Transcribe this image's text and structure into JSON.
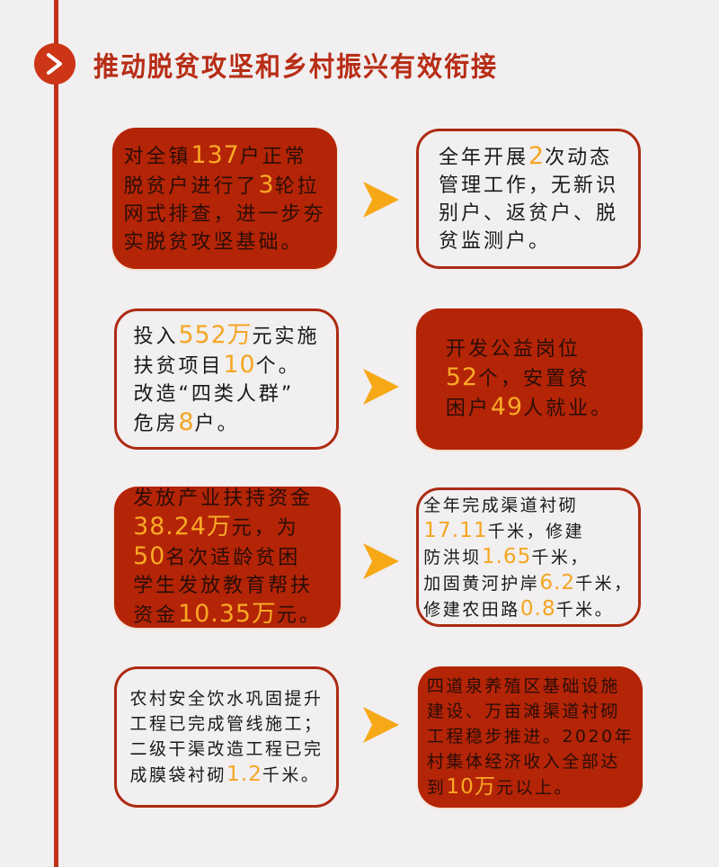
{
  "header": {
    "title": "推动脱贫攻坚和乡村振兴有效衔接",
    "badge_icon": "chevron-right-icon"
  },
  "colors": {
    "background": "#f1eff0",
    "accent_red": "#b42407",
    "timeline_red": "#c0321a",
    "highlight_orange": "#f5a623",
    "title_red": "#b82d16"
  },
  "rows": [
    {
      "left": {
        "style": "filled",
        "lines": [
          [
            {
              "t": "对全镇"
            },
            {
              "t": "137",
              "hl": true
            },
            {
              "t": "户正常"
            }
          ],
          [
            {
              "t": "脱贫户进行了"
            },
            {
              "t": "3",
              "hl": true
            },
            {
              "t": "轮拉"
            }
          ],
          [
            {
              "t": "网式排查，进一步夯"
            }
          ],
          [
            {
              "t": "实脱贫攻坚基础。"
            }
          ]
        ]
      },
      "arrow_icon": "arrow-right-icon",
      "right": {
        "style": "outlined",
        "lines": [
          [
            {
              "t": "全年开展"
            },
            {
              "t": "2",
              "hl": true
            },
            {
              "t": "次动态"
            }
          ],
          [
            {
              "t": "管理工作，无新识"
            }
          ],
          [
            {
              "t": "别户、返贫户、脱"
            }
          ],
          [
            {
              "t": "贫监测户。"
            }
          ]
        ]
      }
    },
    {
      "left": {
        "style": "outlined",
        "lines": [
          [
            {
              "t": "投入"
            },
            {
              "t": "552万",
              "hl": true
            },
            {
              "t": "元实施"
            }
          ],
          [
            {
              "t": "扶贫项目"
            },
            {
              "t": "10",
              "hl": true
            },
            {
              "t": "个。"
            }
          ],
          [
            {
              "t": "改造“四类人群”"
            }
          ],
          [
            {
              "t": "危房"
            },
            {
              "t": "8",
              "hl": true
            },
            {
              "t": "户。"
            }
          ]
        ]
      },
      "arrow_icon": "arrow-right-icon",
      "right": {
        "style": "filled",
        "lines": [
          [
            {
              "t": "开发公益岗位"
            }
          ],
          [
            {
              "t": "52",
              "hl": true
            },
            {
              "t": "个，安置贫"
            }
          ],
          [
            {
              "t": "困户"
            },
            {
              "t": "49",
              "hl": true
            },
            {
              "t": "人就业。"
            }
          ]
        ]
      }
    },
    {
      "left": {
        "style": "filled",
        "lines": [
          [
            {
              "t": "发放产业扶持资金"
            }
          ],
          [
            {
              "t": "38.24万",
              "hl": true
            },
            {
              "t": "元，为"
            }
          ],
          [
            {
              "t": "50",
              "hl": true
            },
            {
              "t": "名次适龄贫困"
            }
          ],
          [
            {
              "t": "学生发放教育帮扶"
            }
          ],
          [
            {
              "t": "资金"
            },
            {
              "t": "10.35万",
              "hl": true
            },
            {
              "t": "元。"
            }
          ]
        ]
      },
      "arrow_icon": "arrow-right-icon",
      "right": {
        "style": "outlined",
        "small": true,
        "lines": [
          [
            {
              "t": "全年完成渠道衬砌"
            }
          ],
          [
            {
              "t": "17.11",
              "hl": true
            },
            {
              "t": "千米，修建"
            }
          ],
          [
            {
              "t": "防洪坝"
            },
            {
              "t": "1.65",
              "hl": true
            },
            {
              "t": "千米，"
            }
          ],
          [
            {
              "t": "加固黄河护岸"
            },
            {
              "t": "6.2",
              "hl": true
            },
            {
              "t": "千米，"
            }
          ],
          [
            {
              "t": "修建农田路"
            },
            {
              "t": "0.8",
              "hl": true
            },
            {
              "t": "千米。"
            }
          ]
        ]
      }
    },
    {
      "left": {
        "style": "outlined",
        "small": true,
        "lines": [
          [
            {
              "t": "农村安全饮水巩固提升"
            }
          ],
          [
            {
              "t": "工程已完成管线施工；"
            }
          ],
          [
            {
              "t": "二级干渠改造工程已完"
            }
          ],
          [
            {
              "t": "成膜袋衬砌"
            },
            {
              "t": "1.2",
              "hl": true
            },
            {
              "t": "千米。"
            }
          ]
        ]
      },
      "arrow_icon": "arrow-right-icon",
      "right": {
        "style": "filled",
        "small": true,
        "lines": [
          [
            {
              "t": "四道泉养殖区基础设施"
            }
          ],
          [
            {
              "t": "建设、万亩滩渠道衬砌"
            }
          ],
          [
            {
              "t": "工程稳步推进。2020年"
            }
          ],
          [
            {
              "t": "村集体经济收入全部达"
            }
          ],
          [
            {
              "t": "到"
            },
            {
              "t": "10万",
              "hl": true
            },
            {
              "t": "元以上。"
            }
          ]
        ]
      }
    }
  ]
}
